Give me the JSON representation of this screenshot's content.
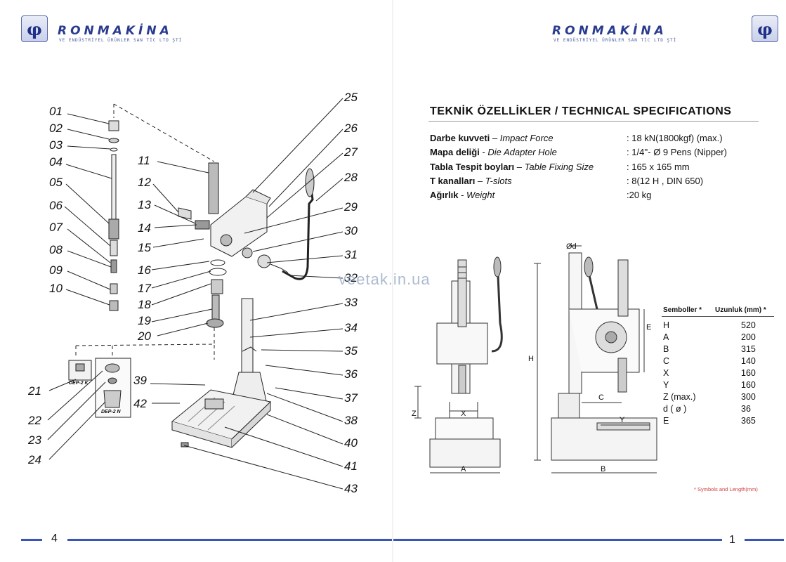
{
  "brand": {
    "name": "RONMAKİNA",
    "subtitle": "VE ENDÜSTRİYEL ÜRÜNLER SAN TİC LTD ŞTİ",
    "logo_glyph": "φ",
    "color": "#2a3b8f"
  },
  "pages": {
    "left_number": "4",
    "right_number": "1"
  },
  "parts_left": [
    "01",
    "02",
    "03",
    "04",
    "05",
    "06",
    "07",
    "08",
    "09",
    "10"
  ],
  "parts_mid": [
    "11",
    "12",
    "13",
    "14",
    "15",
    "16",
    "17",
    "18",
    "19",
    "20"
  ],
  "parts_bottom_left": [
    "21",
    "22",
    "23",
    "24"
  ],
  "parts_right": [
    "25",
    "26",
    "27",
    "28",
    "29",
    "30",
    "31",
    "32",
    "33",
    "34",
    "35",
    "36",
    "37",
    "38",
    "40",
    "41",
    "43"
  ],
  "parts_base": [
    "39",
    "42"
  ],
  "kits": {
    "k1": "DEP-2 K",
    "k2": "DEP-2 N"
  },
  "specs": {
    "title": "TEKNİK ÖZELLİKLER / TECHNICAL SPECIFICATIONS",
    "rows": [
      {
        "tr": "Darbe kuvveti",
        "en": "Impact Force",
        "value": ": 18 kN(1800kgf)  (max.)"
      },
      {
        "tr": "Mapa deliği",
        "en": "Die Adapter  Hole",
        "value": ": 1/4''- Ø 9 Pens (Nipper)"
      },
      {
        "tr": "Tabla Tespit boyları",
        "en": "Table Fixing  Size",
        "value": ": 165 x 165 mm"
      },
      {
        "tr": "T kanalları",
        "en": "T-slots",
        "value": ": 8(12 H , DIN 650)"
      },
      {
        "tr": "Ağırlık",
        "en": "Weight",
        "value": ":20 kg"
      }
    ]
  },
  "symbols": {
    "head_symbol": "Semboller *",
    "head_length": "Uzunluk (mm) *",
    "rows": [
      {
        "s": "H",
        "v": "520"
      },
      {
        "s": "A",
        "v": "200"
      },
      {
        "s": "B",
        "v": "315"
      },
      {
        "s": "C",
        "v": "140"
      },
      {
        "s": "X",
        "v": "160"
      },
      {
        "s": "Y",
        "v": "160"
      },
      {
        "s": "Z (max.)",
        "v": "300"
      },
      {
        "s": "d ( ø )",
        "v": "36"
      },
      {
        "s": "E",
        "v": "365"
      }
    ],
    "note": "* Symbols and Length(mm)"
  },
  "drawing_labels": {
    "d": "Ød",
    "H": "H",
    "A": "A",
    "B": "B",
    "C": "C",
    "X": "X",
    "Y": "Y",
    "Z": "Z",
    "E": "E"
  },
  "watermark": "veetak.in.ua"
}
